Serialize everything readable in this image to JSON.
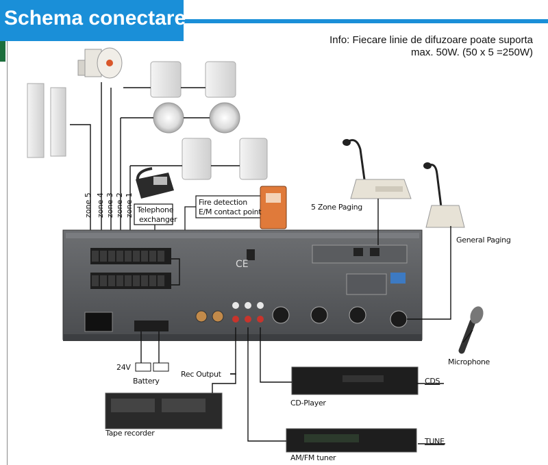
{
  "header": {
    "title": "Schema conectare"
  },
  "info": {
    "line1": "Info: Fiecare linie de difuzoare poate suporta",
    "line2": "max. 50W. (50 x 5 =250W)"
  },
  "zones": [
    "zone 5",
    "zone 4",
    "zone 3",
    "zone 2",
    "zone 1"
  ],
  "labels": {
    "telephone": [
      "Telephone",
      "exchanger"
    ],
    "fire": [
      "Fire detection",
      "E/M contact point"
    ],
    "paging5": "5 Zone Paging",
    "general_paging": "General Paging",
    "microphone": "Microphone",
    "battery_voltage": "24V",
    "battery": "Battery",
    "rec_output": "Rec Output",
    "tape": "Tape recorder",
    "cd_player": "CD-Player",
    "cd_tag": "CDS",
    "tuner": "AM/FM tuner",
    "tune_tag": "TUNE"
  }
}
